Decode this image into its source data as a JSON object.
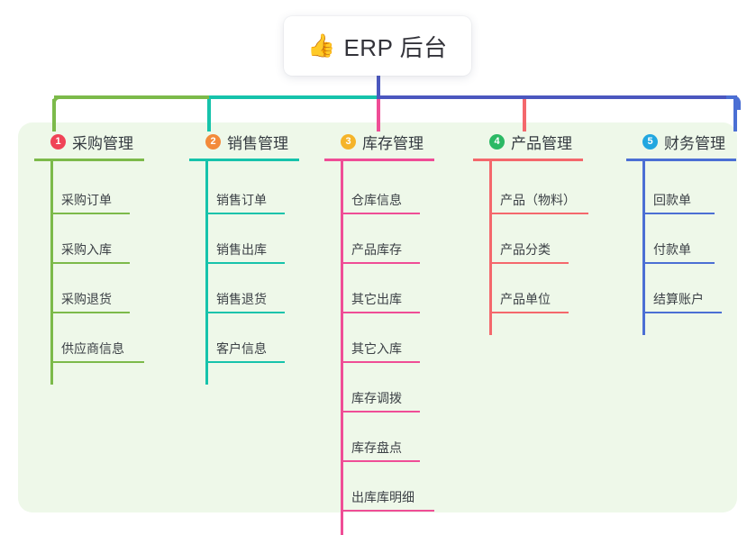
{
  "root": {
    "icon": "thumbs-up-icon",
    "emoji": "👍",
    "title": "ERP 后台"
  },
  "canvas": {
    "background": "#ffffff",
    "panel_background": "#eef8e9"
  },
  "connector": {
    "root_drop_color": "#4b57bf",
    "bus_segments": [
      {
        "color": "#7cba4a"
      },
      {
        "color": "#16c3ab"
      },
      {
        "color": "#4b57bf"
      }
    ]
  },
  "columns": [
    {
      "index": "1",
      "title": "采购管理",
      "badge_color": "#f04357",
      "line_color": "#7cba4a",
      "rule_width": 122,
      "spine_height": 248,
      "items": [
        {
          "label": "采购订单",
          "rule_width": 88
        },
        {
          "label": "采购入库",
          "rule_width": 88
        },
        {
          "label": "采购退货",
          "rule_width": 88
        },
        {
          "label": "供应商信息",
          "rule_width": 104
        }
      ]
    },
    {
      "index": "2",
      "title": "销售管理",
      "badge_color": "#f38a3a",
      "line_color": "#16c3ab",
      "rule_width": 122,
      "spine_height": 248,
      "items": [
        {
          "label": "销售订单",
          "rule_width": 88
        },
        {
          "label": "销售出库",
          "rule_width": 88
        },
        {
          "label": "销售退货",
          "rule_width": 88
        },
        {
          "label": "客户信息",
          "rule_width": 88
        }
      ]
    },
    {
      "index": "3",
      "title": "库存管理",
      "badge_color": "#f5b429",
      "line_color": "#ef4d96",
      "rule_width": 122,
      "spine_height": 415,
      "items": [
        {
          "label": "仓库信息",
          "rule_width": 88
        },
        {
          "label": "产品库存",
          "rule_width": 88
        },
        {
          "label": "其它出库",
          "rule_width": 88
        },
        {
          "label": "其它入库",
          "rule_width": 88
        },
        {
          "label": "库存调拨",
          "rule_width": 88
        },
        {
          "label": "库存盘点",
          "rule_width": 88
        },
        {
          "label": "出库库明细",
          "rule_width": 104
        }
      ]
    },
    {
      "index": "4",
      "title": "产品管理",
      "badge_color": "#2bb964",
      "line_color": "#f4686c",
      "rule_width": 122,
      "spine_height": 193,
      "items": [
        {
          "label": "产品（物料）",
          "rule_width": 110
        },
        {
          "label": "产品分类",
          "rule_width": 88
        },
        {
          "label": "产品单位",
          "rule_width": 88
        }
      ]
    },
    {
      "index": "5",
      "title": "财务管理",
      "badge_color": "#22a7e0",
      "line_color": "#4b6fd4",
      "rule_width": 122,
      "spine_height": 193,
      "items": [
        {
          "label": "回款单",
          "rule_width": 80
        },
        {
          "label": "付款单",
          "rule_width": 80
        },
        {
          "label": "结算账户",
          "rule_width": 88
        }
      ]
    }
  ]
}
